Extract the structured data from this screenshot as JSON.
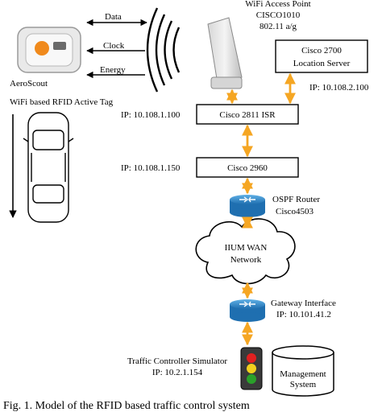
{
  "diagram": {
    "tag_device": {
      "name": "AeroScout",
      "description": "WiFi based RFID Active Tag",
      "signals": [
        "Data",
        "Clock",
        "Energy"
      ]
    },
    "access_point": {
      "title": "WiFi Access Point",
      "model": "CISCO1010",
      "standard": "802.11 a/g"
    },
    "location_server": {
      "line1": "Cisco 2700",
      "line2": "Location Server",
      "ip": "IP: 10.108.2.100"
    },
    "isr": {
      "label": "Cisco 2811 ISR",
      "ip": "IP: 10.108.1.100"
    },
    "switch": {
      "label": "Cisco 2960",
      "ip": "IP: 10.108.1.150"
    },
    "ospf_router": {
      "line1": "OSPF Router",
      "line2": "Cisco4503"
    },
    "wan": {
      "line1": "IIUM WAN",
      "line2": "Network"
    },
    "gateway": {
      "line1": "Gateway Interface",
      "ip": "IP: 10.101.41.2"
    },
    "traffic_controller": {
      "line1": "Traffic Controller Simulator",
      "ip": "IP: 10.2.1.154"
    },
    "management": {
      "line1": "Management",
      "line2": "System"
    },
    "caption": "Fig. 1. Model of the RFID based traffic control system"
  },
  "colors": {
    "connector": "#f5a623",
    "router_blue": "#2a86c8",
    "light_red": "#e02020",
    "light_yellow": "#f2d01e",
    "light_green": "#2aa02a"
  }
}
